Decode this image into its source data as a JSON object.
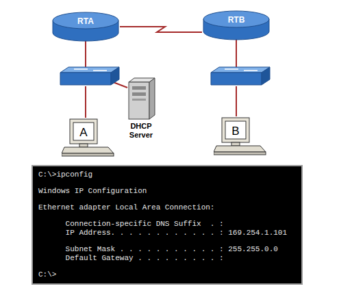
{
  "diagram": {
    "nodes": [
      {
        "text": [
          "RTA"
        ]
      },
      {
        "text": [
          "RTB"
        ]
      },
      {
        "text": [
          "A"
        ]
      },
      {
        "text": [
          "DHCP Server"
        ]
      },
      {
        "text": [
          "B"
        ]
      },
      {
        "text": [
          "C:\\>ipconfig",
          "Windows IP Configuration",
          "Ethernet adapter Local Area Connection:",
          "      Connection-specific DNS Suffix  . :",
          "      IP Address. . . . . . . . . . . . : 169.254.1.101",
          "      Subnet Mask . . . . . . . . . . . : 255.255.0.0",
          "      Default Gateway . . . . . . . . . :",
          "C:\\>"
        ]
      }
    ],
    "edges": [
      {
        "from": 0,
        "to": 1,
        "arrow": "none"
      }
    ]
  }
}
